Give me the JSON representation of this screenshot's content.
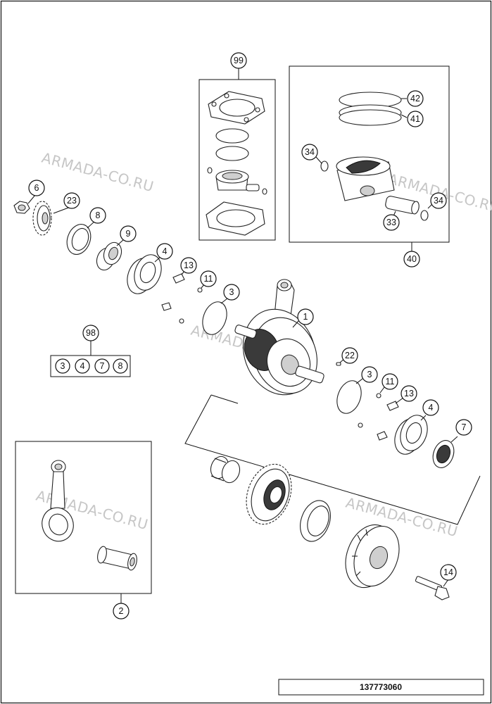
{
  "document_number": "137773060",
  "watermark": "ARMADA-CO.RU",
  "callouts": {
    "c99": "99",
    "c42": "42",
    "c41": "41",
    "c34a": "34",
    "c34b": "34",
    "c33": "33",
    "c40": "40",
    "c6": "6",
    "c23": "23",
    "c8": "8",
    "c9": "9",
    "c4a": "4",
    "c13a": "13",
    "c11a": "11",
    "c3a": "3",
    "c1": "1",
    "c98": "98",
    "k3": "3",
    "k4": "4",
    "k7": "7",
    "k8": "8",
    "c22": "22",
    "c3b": "3",
    "c11b": "11",
    "c13b": "13",
    "c4b": "4",
    "c7": "7",
    "c14": "14",
    "c2": "2"
  },
  "icons": [
    "crankshaft-icon",
    "connecting-rod-icon",
    "piston-icon",
    "piston-ring-icon",
    "gasket-icon",
    "bearing-icon",
    "gear-icon",
    "bolt-icon"
  ]
}
